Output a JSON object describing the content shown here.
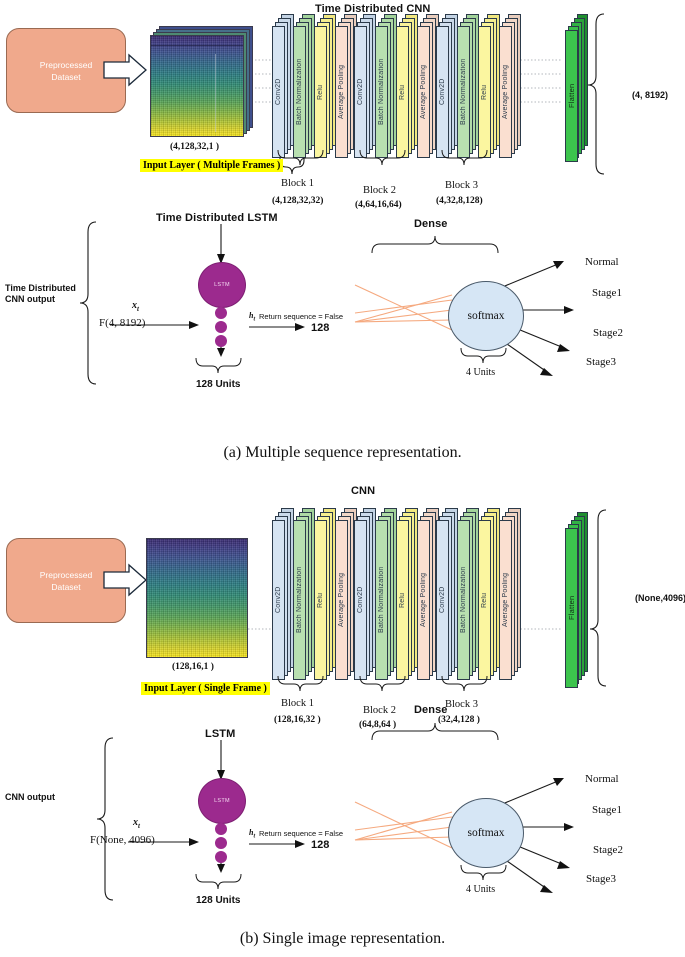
{
  "figures": [
    {
      "id": "a",
      "caption": "(a) Multiple sequence representation.",
      "cnn_title": "Time Distributed CNN",
      "dataset_box": {
        "line1": "Preprocessed",
        "line2": "Dataset"
      },
      "input": {
        "shape": "(4,128,32,1 )",
        "layer_label": "Input Layer ( Multiple Frames )"
      },
      "blocks": [
        {
          "name": "Block 1",
          "shape": "(4,128,32,32)"
        },
        {
          "name": "Block 2",
          "shape": "(4,64,16,64)"
        },
        {
          "name": "Block 3",
          "shape": "(4,32,8,128)"
        }
      ],
      "layer_names": [
        "Conv2D",
        "Batch Normalization",
        "Relu",
        "Average Pooling"
      ],
      "flatten_label": "Flatten",
      "output_shape": "(4, 8192)",
      "lstm_title": "Time Distributed LSTM",
      "cnn_output_label": "Time Distributed\nCNN output",
      "cnn_output_line1": "Time Distributed",
      "cnn_output_line2": "CNN output",
      "xt_label": "x",
      "xt_sub": "t",
      "input_vector": "F(4, 8192)",
      "ht_label": "h",
      "ht_sub": "t",
      "return_seq": "Return sequence = False",
      "hidden_units_value": "128",
      "lstm_node_label": "LSTM",
      "units_label": "128 Units",
      "dense_label": "Dense",
      "softmax_label": "softmax",
      "dense_units_label": "4 Units",
      "classes": [
        "Normal",
        "Stage1",
        "Stage2",
        "Stage3"
      ]
    },
    {
      "id": "b",
      "caption": "(b) Single image representation.",
      "cnn_title": "CNN",
      "dataset_box": {
        "line1": "Preprocessed",
        "line2": "Dataset"
      },
      "input": {
        "shape": "(128,16,1 )",
        "layer_label": "Input Layer ( Single Frame )"
      },
      "blocks": [
        {
          "name": "Block 1",
          "shape": "(128,16,32 )"
        },
        {
          "name": "Block 2",
          "shape": "(64,8,64 )"
        },
        {
          "name": "Block 3",
          "shape": "(32,4,128 )"
        }
      ],
      "layer_names": [
        "Conv2D",
        "Batch Normalization",
        "Relu",
        "Average Pooling"
      ],
      "flatten_label": "Flatten",
      "output_shape": "(None,4096)",
      "lstm_title": "LSTM",
      "cnn_output_line1": "CNN output",
      "cnn_output_line2": "",
      "xt_label": "x",
      "xt_sub": "t",
      "input_vector": "F(None, 4096)",
      "ht_label": "h",
      "ht_sub": "t",
      "return_seq": "Return sequence = False",
      "hidden_units_value": "128",
      "lstm_node_label": "LSTM",
      "units_label": "128 Units",
      "dense_label": "Dense",
      "softmax_label": "softmax",
      "dense_units_label": "4 Units",
      "classes": [
        "Normal",
        "Stage1",
        "Stage2",
        "Stage3"
      ]
    }
  ],
  "colors": {
    "dataset_box": "#f0a98c",
    "conv2d": "#d6e4f2",
    "batch_norm": "#b8e0b0",
    "relu": "#fbf6a0",
    "avg_pool": "#fadfd0",
    "flatten": "#3cc44d",
    "lstm_node": "#9c2a8e",
    "softmax_node": "#d6e6f5",
    "dense_lines": "#f5a97f",
    "highlight": "#ffff00"
  },
  "icons": {
    "block_arrow": "right-block-arrow-icon",
    "brace": "curly-brace-icon"
  }
}
